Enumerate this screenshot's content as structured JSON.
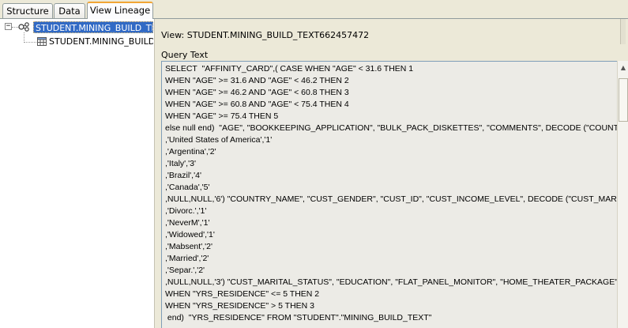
{
  "tabs": [
    {
      "label": "Structure",
      "active": false
    },
    {
      "label": "Data",
      "active": false
    },
    {
      "label": "View Lineage",
      "active": true
    }
  ],
  "tree": {
    "root_label": "STUDENT.MINING_BUILD_TEXT",
    "child_label": "STUDENT.MINING_BUILD_T",
    "expander_glyph": "−",
    "root_icon": "lineage-icon",
    "child_icon": "table-icon"
  },
  "details": {
    "view_label": "View:",
    "view_name": "STUDENT.MINING_BUILD_TEXT662457472",
    "query_label": "Query Text",
    "query_lines": [
      "SELECT  \"AFFINITY_CARD\",( CASE WHEN \"AGE\" < 31.6 THEN 1",
      "WHEN \"AGE\" >= 31.6 AND \"AGE\" < 46.2 THEN 2",
      "WHEN \"AGE\" >= 46.2 AND \"AGE\" < 60.8 THEN 3",
      "WHEN \"AGE\" >= 60.8 AND \"AGE\" < 75.4 THEN 4",
      "WHEN \"AGE\" >= 75.4 THEN 5",
      "else null end)  \"AGE\", \"BOOKKEEPING_APPLICATION\", \"BULK_PACK_DISKETTES\", \"COMMENTS\", DECODE (\"COUNTRY",
      ",'United States of America','1'",
      ",'Argentina','2'",
      ",'Italy','3'",
      ",'Brazil','4'",
      ",'Canada','5'",
      ",NULL,NULL,'6') \"COUNTRY_NAME\", \"CUST_GENDER\", \"CUST_ID\", \"CUST_INCOME_LEVEL\", DECODE (\"CUST_MARITAL",
      ",'Divorc.','1'",
      ",'NeverM','1'",
      ",'Widowed','1'",
      ",'Mabsent','2'",
      ",'Married','2'",
      ",'Separ.','2'",
      ",NULL,NULL,'3') \"CUST_MARITAL_STATUS\", \"EDUCATION\", \"FLAT_PANEL_MONITOR\", \"HOME_THEATER_PACKAGE\",",
      "WHEN \"YRS_RESIDENCE\" <= 5 THEN 2",
      "WHEN \"YRS_RESIDENCE\" > 5 THEN 3",
      " end)  \"YRS_RESIDENCE\" FROM \"STUDENT\".\"MINING_BUILD_TEXT\""
    ]
  },
  "colors": {
    "selection": "#316ac5",
    "active_tab_accent": "#f1a535",
    "panel_bg": "#ece9d8"
  }
}
